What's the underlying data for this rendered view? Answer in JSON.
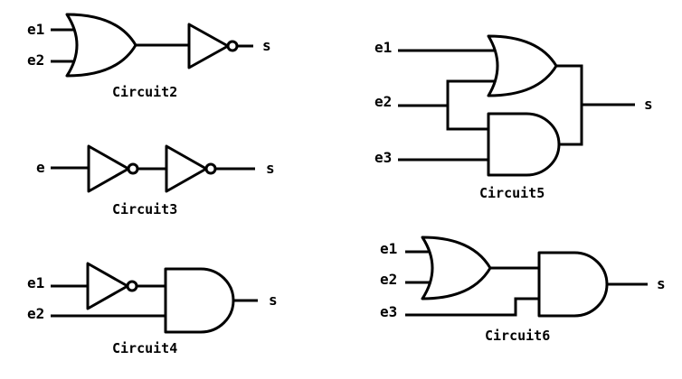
{
  "circuits": {
    "c2": {
      "caption": "Circuit2",
      "in1": "e1",
      "in2": "e2",
      "out": "s"
    },
    "c3": {
      "caption": "Circuit3",
      "in": "e",
      "out": "s"
    },
    "c4": {
      "caption": "Circuit4",
      "in1": "e1",
      "in2": "e2",
      "out": "s"
    },
    "c5": {
      "caption": "Circuit5",
      "in1": "e1",
      "in2": "e2",
      "in3": "e3",
      "out": "s"
    },
    "c6": {
      "caption": "Circuit6",
      "in1": "e1",
      "in2": "e2",
      "in3": "e3",
      "out": "s"
    }
  }
}
